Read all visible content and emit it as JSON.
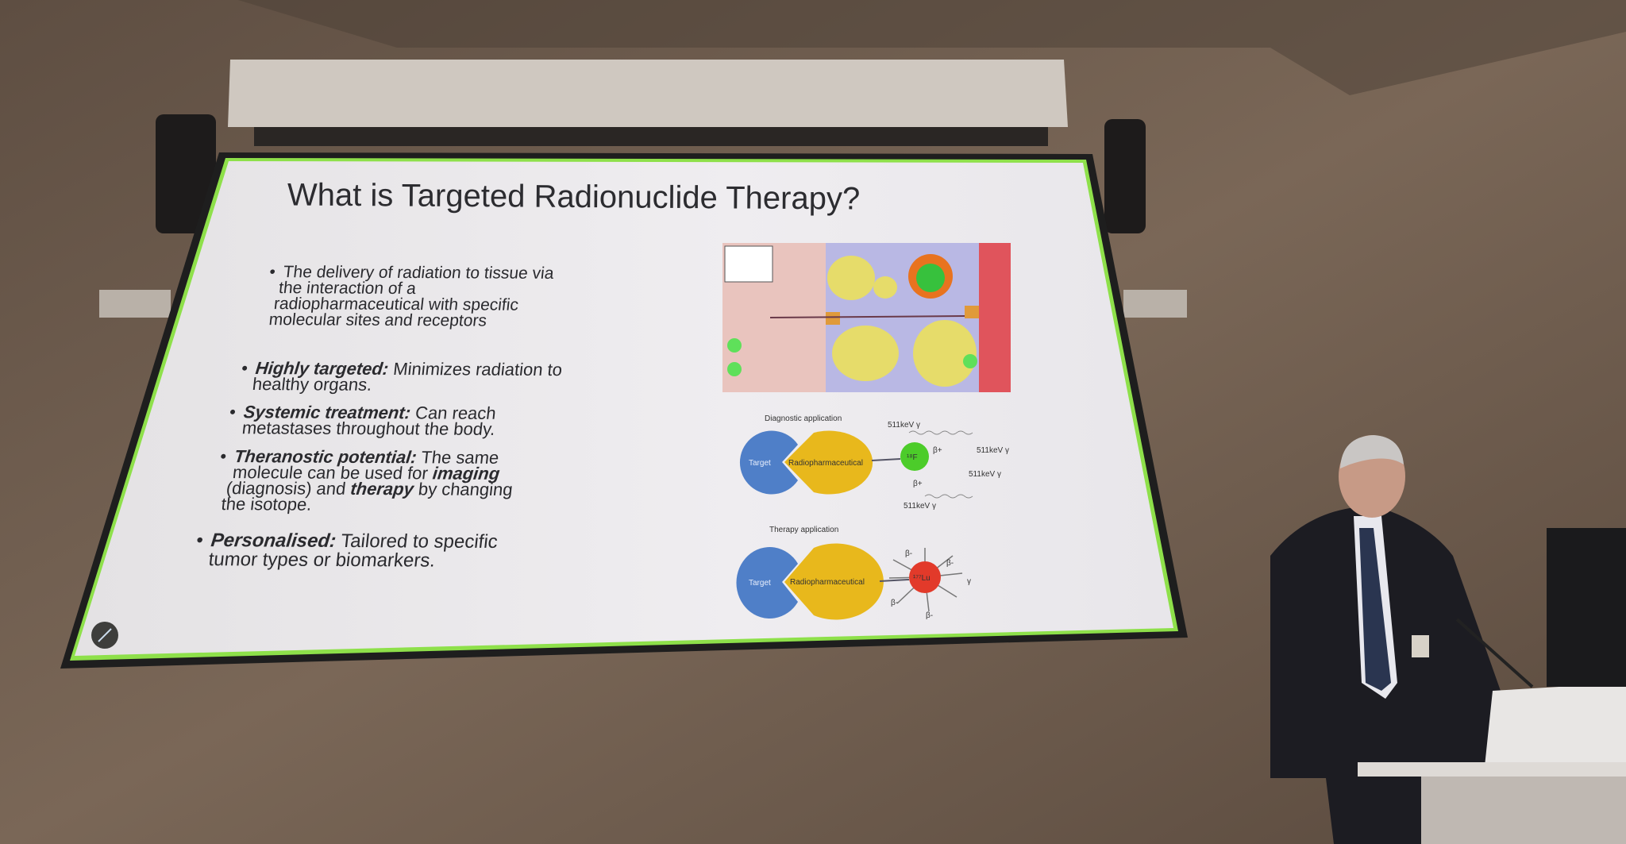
{
  "slide": {
    "title": "What is Targeted Radionuclide Therapy?",
    "intro_bullet": [
      "The delivery of radiation to tissue via",
      "the interaction of a",
      "radiopharmaceutical with specific",
      "molecular sites and receptors"
    ],
    "bullets": [
      {
        "label": "Highly targeted:",
        "lines": [
          "Minimizes radiation to",
          "healthy organs."
        ]
      },
      {
        "label": "Systemic treatment:",
        "lines": [
          "Can reach",
          "metastases throughout the body."
        ]
      },
      {
        "label": "Theranostic potential:",
        "lines": [
          "The same",
          "molecule can be used for",
          "imaging",
          "(diagnosis) and",
          "therapy",
          "by changing",
          "the isotope."
        ]
      },
      {
        "label": "Personalised:",
        "lines": [
          "Tailored to specific",
          "tumor types or biomarkers."
        ]
      }
    ],
    "diagram": {
      "diagnostic_label": "Diagnostic application",
      "therapy_label": "Therapy application",
      "target": "Target",
      "radiopharmaceutical": "Radiopharmaceutical",
      "diag_isotope": "¹⁸F",
      "ther_isotope": "¹⁷⁷Lu",
      "gamma": "511keV γ",
      "beta_plus": "β+",
      "beta_minus": "β-",
      "gamma_only": "γ"
    },
    "colors": {
      "target": "#4f7fc8",
      "radiopharm": "#e8b81c",
      "f18": "#4ccc2a",
      "lu177": "#e23a2a",
      "screen_border": "#8ee04a"
    }
  }
}
